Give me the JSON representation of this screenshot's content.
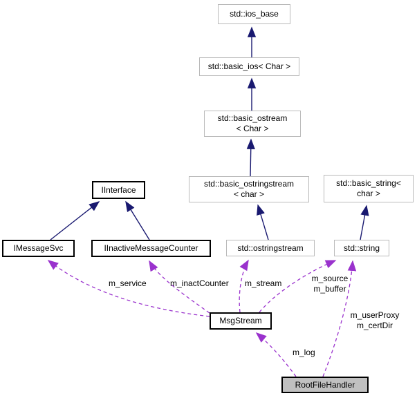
{
  "colors": {
    "inheritance_edge": "#191970",
    "usage_edge": "#9a32cd",
    "external_border": "#b9b9b9",
    "node_border": "#000000",
    "node_fill": "#ffffff",
    "highlight_fill": "#c0c0c0",
    "background": "#ffffff"
  },
  "nodes": {
    "ios_base": {
      "label": "std::ios_base"
    },
    "basic_ios": {
      "label": "std::basic_ios< Char >"
    },
    "basic_ostream": {
      "line1": "std::basic_ostream",
      "line2": "< Char >"
    },
    "basic_ostringstream": {
      "line1": "std::basic_ostringstream",
      "line2": "< char >"
    },
    "basic_string": {
      "line1": "std::basic_string<",
      "line2": "char >"
    },
    "iinterface": {
      "label": "IInterface"
    },
    "imessagesvc": {
      "label": "IMessageSvc"
    },
    "iinactivemessagecounter": {
      "label": "IInactiveMessageCounter"
    },
    "ostringstream": {
      "label": "std::ostringstream"
    },
    "string": {
      "label": "std::string"
    },
    "msgstream": {
      "label": "MsgStream"
    },
    "rootfilehandler": {
      "label": "RootFileHandler"
    }
  },
  "edge_labels": {
    "m_service": "m_service",
    "m_inactCounter": "m_inactCounter",
    "m_stream": "m_stream",
    "m_source": "m_source",
    "m_buffer": "m_buffer",
    "m_userProxy": "m_userProxy",
    "m_certDir": "m_certDir",
    "m_log": "m_log"
  },
  "edges": [
    {
      "from": "std::basic_ios< Char >",
      "to": "std::ios_base",
      "type": "inheritance"
    },
    {
      "from": "std::basic_ostream< Char >",
      "to": "std::basic_ios< Char >",
      "type": "inheritance"
    },
    {
      "from": "std::basic_ostringstream< char >",
      "to": "std::basic_ostream< Char >",
      "type": "inheritance"
    },
    {
      "from": "std::ostringstream",
      "to": "std::basic_ostringstream< char >",
      "type": "inheritance"
    },
    {
      "from": "std::string",
      "to": "std::basic_string< char >",
      "type": "inheritance"
    },
    {
      "from": "IMessageSvc",
      "to": "IInterface",
      "type": "inheritance"
    },
    {
      "from": "IInactiveMessageCounter",
      "to": "IInterface",
      "type": "inheritance"
    },
    {
      "from": "MsgStream",
      "to": "IMessageSvc",
      "type": "usage",
      "label": "m_service"
    },
    {
      "from": "MsgStream",
      "to": "IInactiveMessageCounter",
      "type": "usage",
      "label": "m_inactCounter"
    },
    {
      "from": "MsgStream",
      "to": "std::ostringstream",
      "type": "usage",
      "label": "m_stream"
    },
    {
      "from": "MsgStream",
      "to": "std::string",
      "type": "usage",
      "label": "m_source m_buffer"
    },
    {
      "from": "RootFileHandler",
      "to": "MsgStream",
      "type": "usage",
      "label": "m_log"
    },
    {
      "from": "RootFileHandler",
      "to": "std::string",
      "type": "usage",
      "label": "m_userProxy m_certDir"
    }
  ]
}
